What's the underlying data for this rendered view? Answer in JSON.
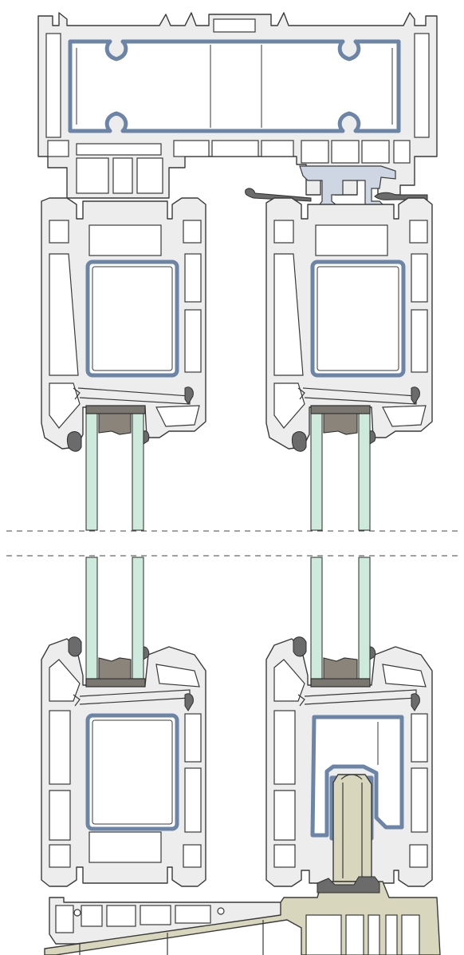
{
  "colors": {
    "pvc_profile": "#ededee",
    "steel_reinforcement": "#6c85a6",
    "glazing": "#cdeadd",
    "gasket": "#8a847a",
    "threshold_profile": "#d8d6bd",
    "outline": "#3a3a3a"
  },
  "sections": {
    "top": "frame-head-with-two-sashes",
    "bottom": "sashes-on-threshold"
  },
  "break_lines": 2
}
